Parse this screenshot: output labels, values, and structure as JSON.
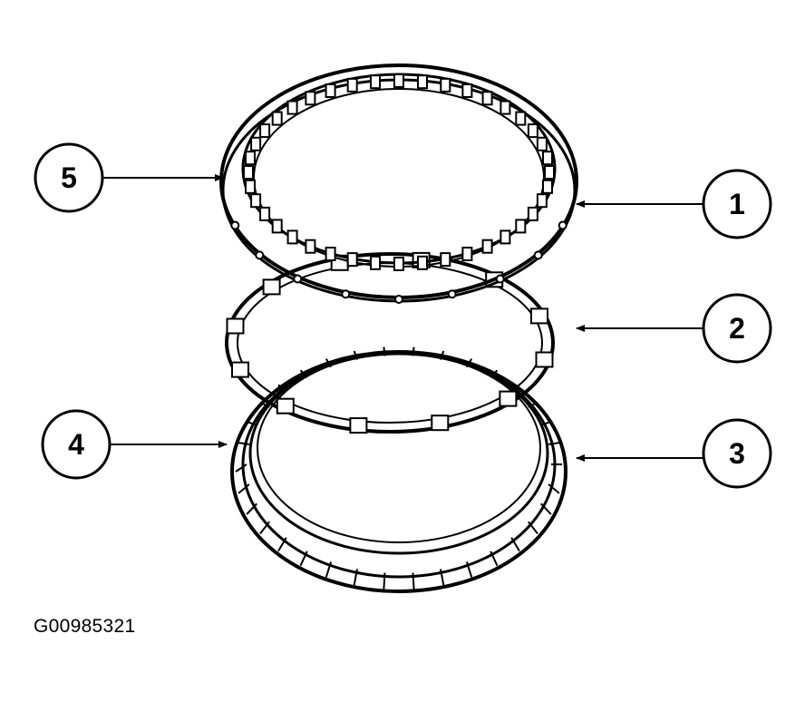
{
  "figure_id": "G00985321",
  "callouts": [
    {
      "label": "1"
    },
    {
      "label": "2"
    },
    {
      "label": "3"
    },
    {
      "label": "4"
    },
    {
      "label": "5"
    }
  ],
  "colors": {
    "line": "#000000",
    "background": "#ffffff"
  }
}
